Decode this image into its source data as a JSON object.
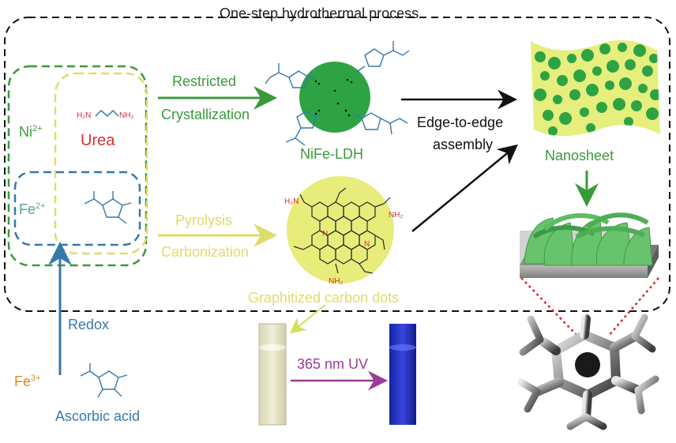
{
  "title": "One-step hydrothermal process",
  "reactants": {
    "ni_ion": "Ni",
    "ni_charge": "2+",
    "fe_ion": "Fe",
    "fe_charge": "2+",
    "urea_label": "Urea",
    "urea_nh2_left": "H₂N",
    "urea_nh2_right": "NH₂"
  },
  "upper_path": {
    "line1": "Restricted",
    "line2": "Crystallization",
    "product": "NiFe-LDH"
  },
  "lower_path": {
    "line1": "Pyrolysis",
    "line2": "Carbonization",
    "product": "Graphitized carbon dots",
    "nh2_top": "H₂N",
    "nh2_right": "NH₂",
    "nh2_bottom": "NH₂",
    "n_top": "N",
    "n_right": "N"
  },
  "assembly": {
    "line1": "Edge-to-edge",
    "line2": "assembly",
    "nanosheet": "Nanosheet"
  },
  "source": {
    "fe3_ion": "Fe",
    "fe3_charge": "3+",
    "redox_label": "Redox",
    "ascorbic_label": "Ascorbic acid"
  },
  "uv": {
    "label": "365 nm UV"
  },
  "colors": {
    "green": "#3a9a3a",
    "yellow": "#e0dc6a",
    "blue": "#3578ad",
    "red": "#d63030",
    "orange": "#d7892a",
    "purple": "#9b3d98",
    "dot_green": "#2ea344",
    "cd_yellow": "#e8ec7a"
  }
}
